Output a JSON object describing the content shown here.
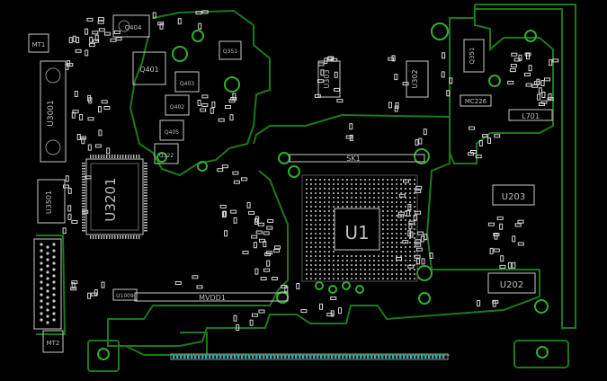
{
  "colors": {
    "background": "#000000",
    "trace": "#1a7a1a",
    "trace_bright": "#2fae2f",
    "silkscreen": "#e6e6e6",
    "pad": "#c8c8c8",
    "label_text": "#bfbfbf",
    "via": "#2fae2f",
    "cyan": "#1fb6b6"
  },
  "labels": {
    "u1": "U1",
    "u3201": "U3201",
    "u203": "U203",
    "u202": "U202",
    "u303": "U303",
    "u302": "U302",
    "u3001": "U3001",
    "u3501": "U3501",
    "sk1": "SK1",
    "mvdd1": "MVDD1",
    "mt1": "MT1",
    "mt2": "MT2",
    "l701": "L701",
    "q404": "Q404",
    "q401": "Q401",
    "q351": "Q351",
    "q403": "Q403",
    "q402": "Q402",
    "q405": "Q405",
    "q322": "Q322",
    "q351b": "Q351",
    "u1009": "U1009",
    "mc226": "MC226"
  }
}
